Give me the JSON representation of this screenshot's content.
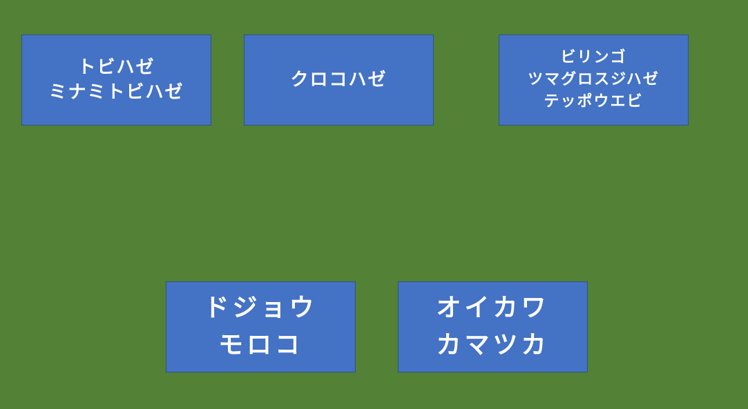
{
  "colors": {
    "background": "#538135",
    "box_fill": "#4472c4",
    "box_border": "#2f528f",
    "text": "#ffffff"
  },
  "boxes": [
    {
      "lines": [
        "トビハゼ",
        "ミナミトビハゼ"
      ]
    },
    {
      "lines": [
        "クロコハゼ"
      ]
    },
    {
      "lines": [
        "ビリンゴ",
        "ツマグロスジハゼ",
        "テッポウエビ"
      ]
    },
    {
      "lines": [
        "ドジョウ",
        "モロコ"
      ]
    },
    {
      "lines": [
        "オイカワ",
        "カマツカ"
      ]
    }
  ]
}
